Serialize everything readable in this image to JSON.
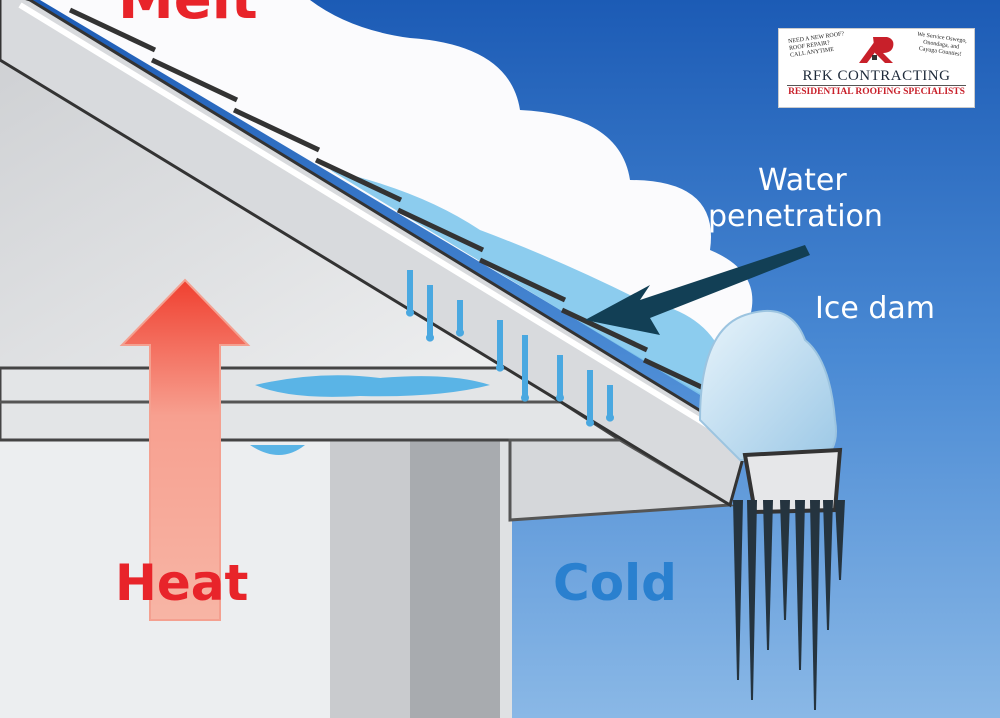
{
  "labels": {
    "melt": "Melt",
    "water_line1": "Water",
    "water_line2": "penetration",
    "ice_dam": "Ice dam",
    "heat": "Heat",
    "cold": "Cold"
  },
  "logo": {
    "left_text": [
      "NEED A NEW ROOF?",
      "ROOF REPAIR?",
      "CALL ANYTIME"
    ],
    "right_text": [
      "We Service Oswego,",
      "Onondaga, and",
      "Cayuga Counties!"
    ],
    "company": "RFK CONTRACTING",
    "tagline": "RESIDENTIAL ROOFING SPECIALISTS"
  },
  "colors": {
    "heat": "#e8242a",
    "cold": "#2a80cf",
    "sky_top": "#1c5bb5",
    "sky_bottom": "#7fb0e2",
    "arrow": "#123f55",
    "logo_red": "#c8202a"
  }
}
